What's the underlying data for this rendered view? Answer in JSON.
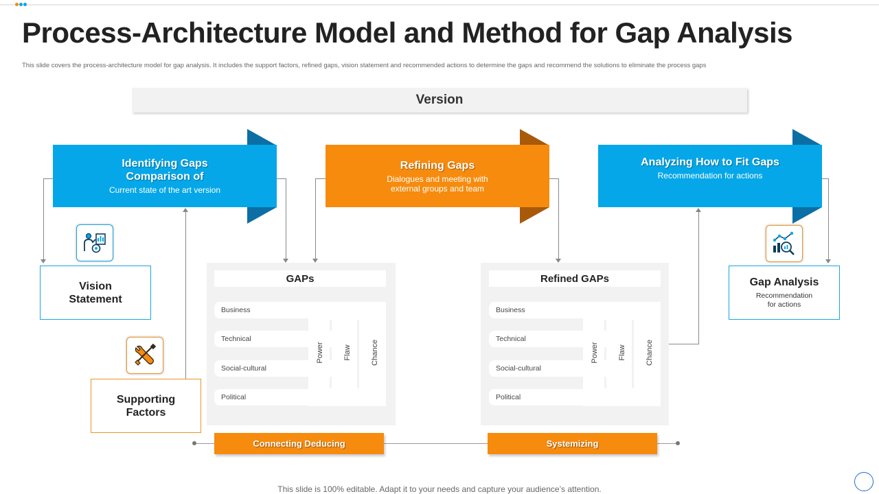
{
  "slide": {
    "title": "Process-Architecture Model and Method for Gap Analysis",
    "subtitle": "This slide covers the process-architecture model for gap analysis. It includes the support factors, refined gaps, vision statement and recommended actions to determine the gaps and recommend the solutions to eliminate  the process gaps",
    "footer": "This slide is 100% editable. Adapt it to your needs and capture your audience’s attention."
  },
  "version": {
    "label": "Version"
  },
  "banners": [
    {
      "title": "Identifying Gaps Comparison of",
      "subtitle": "Current state of the art version"
    },
    {
      "title": "Refining Gaps",
      "subtitle": "Dialogues and meeting with external groups and team"
    },
    {
      "title": "Analyzing How to Fit Gaps",
      "subtitle": "Recommendation for actions"
    }
  ],
  "cards": {
    "vision": {
      "title": "Vision Statement"
    },
    "supporting": {
      "title": "Supporting Factors"
    },
    "gap_analysis": {
      "title": "Gap Analysis",
      "subtitle": "Recommendation for actions"
    }
  },
  "panels": [
    {
      "title": "GAPs",
      "rows": [
        "Business",
        "Technical",
        "Social-cultural",
        "Political"
      ],
      "columns": [
        "Power",
        "Flaw",
        "Chance"
      ]
    },
    {
      "title": "Refined GAPs",
      "rows": [
        "Business",
        "Technical",
        "Social-cultural",
        "Political"
      ],
      "columns": [
        "Power",
        "Flaw",
        "Chance"
      ]
    }
  ],
  "bottom_buttons": [
    "Connecting Deducing",
    "Systemizing"
  ],
  "icons": {
    "vision": "presenter-vision-icon",
    "supporting": "tools-wrench-screwdriver-icon",
    "gap_analysis": "analytics-magnifier-icon"
  },
  "colors": {
    "blue": "#05a7e8",
    "blue_fold": "#0b6fa5",
    "orange": "#f68b0e",
    "orange_fold": "#a85a0a",
    "blue_border": "#1aa3df",
    "orange_border": "#e8962a"
  }
}
